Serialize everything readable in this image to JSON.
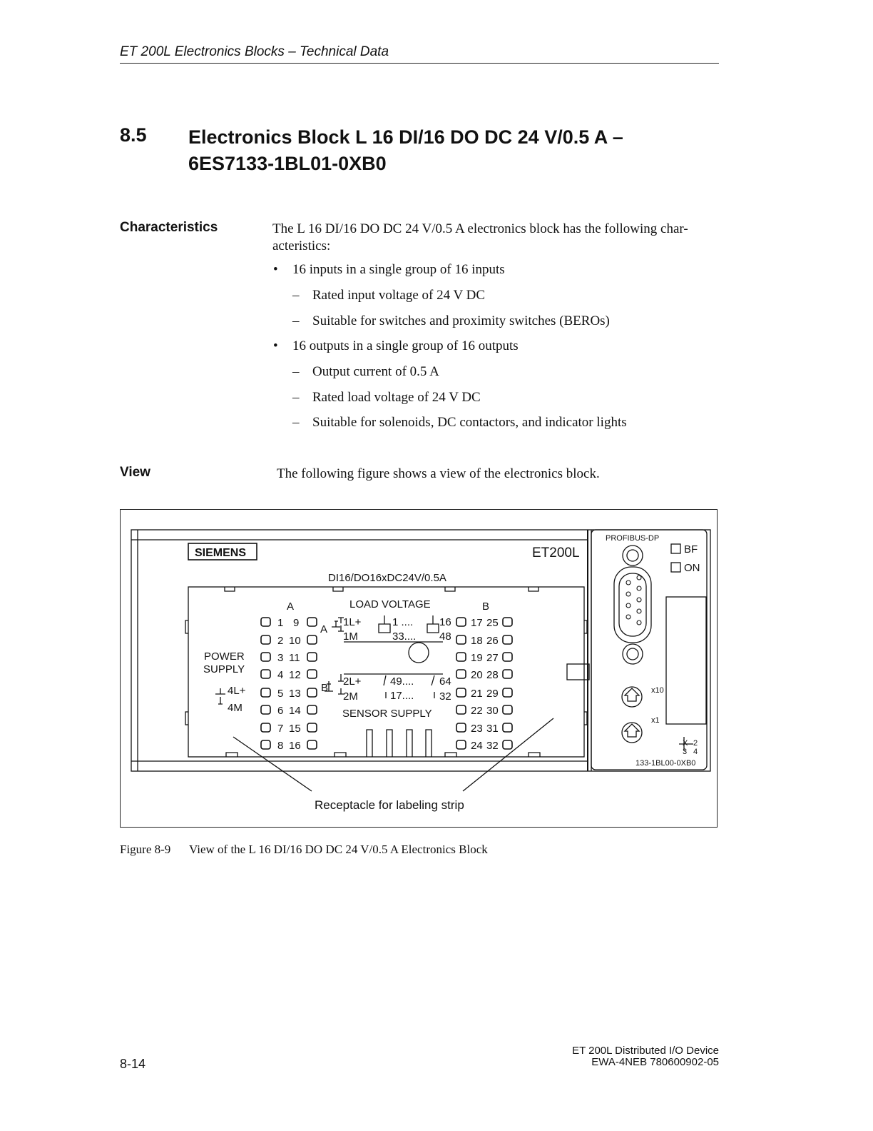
{
  "running_head": "ET 200L Electronics Blocks – Technical Data",
  "section": {
    "number": "8.5",
    "title_line1": "Electronics Block L 16 DI/16 DO DC 24 V/0.5 A –",
    "title_line2": "6ES7133-1BL01-0XB0"
  },
  "characteristics": {
    "label": "Characteristics",
    "intro": "The L 16 DI/16 DO DC 24 V/0.5 A electronics block has the following char-acteristics:",
    "intro_line1": "The L 16 DI/16 DO DC 24 V/0.5 A electronics block has the following char-",
    "intro_line2": "acteristics:",
    "bullet_mark": "•",
    "dash_mark": "–",
    "items": [
      {
        "level": 1,
        "text": "16 inputs in a single group of 16 inputs"
      },
      {
        "level": 2,
        "text": "Rated input voltage of 24 V DC"
      },
      {
        "level": 2,
        "text": "Suitable for switches and proximity switches (BEROs)"
      },
      {
        "level": 1,
        "text": "16 outputs in a single group of 16 outputs"
      },
      {
        "level": 2,
        "text": "Output current of 0.5 A"
      },
      {
        "level": 2,
        "text": "Rated load voltage of 24 V DC"
      },
      {
        "level": 2,
        "text": "Suitable for solenoids, DC contactors, and indicator lights"
      }
    ]
  },
  "view": {
    "label": "View",
    "text": "The following figure shows a view of the electronics block."
  },
  "figure": {
    "brand": "SIEMENS",
    "model": "ET200L",
    "block_type": "DI16/DO16xDC24V/0.5A",
    "group_a": "A",
    "group_b": "B",
    "load_voltage": "LOAD VOLTAGE",
    "power_supply_1": "POWER",
    "power_supply_2": "SUPPLY",
    "sensor_supply": "SENSOR SUPPLY",
    "supply_4l": "4L+",
    "supply_4m": "4M",
    "supply_1l": "1L+",
    "supply_1m": "1M",
    "supply_2l": "2L+",
    "supply_2m": "2M",
    "range_1": "1 ....",
    "range_33": "33....",
    "range_16": "16",
    "range_48": "48",
    "range_49": "49....",
    "range_17": "17....",
    "range_64": "64",
    "range_32": "32",
    "label_a_side": "A",
    "label_b_side": "B",
    "channels_left": [
      {
        "a": "1",
        "b": "9"
      },
      {
        "a": "2",
        "b": "10"
      },
      {
        "a": "3",
        "b": "11"
      },
      {
        "a": "4",
        "b": "12"
      },
      {
        "a": "5",
        "b": "13"
      },
      {
        "a": "6",
        "b": "14"
      },
      {
        "a": "7",
        "b": "15"
      },
      {
        "a": "8",
        "b": "16"
      }
    ],
    "channels_right": [
      {
        "a": "17",
        "b": "25"
      },
      {
        "a": "18",
        "b": "26"
      },
      {
        "a": "19",
        "b": "27"
      },
      {
        "a": "20",
        "b": "28"
      },
      {
        "a": "21",
        "b": "29"
      },
      {
        "a": "22",
        "b": "30"
      },
      {
        "a": "23",
        "b": "31"
      },
      {
        "a": "24",
        "b": "32"
      }
    ],
    "profibus": "PROFIBUS-DP",
    "led_bf": "BF",
    "led_on": "ON",
    "x10": "x10",
    "x1": "x1",
    "x_label": "X",
    "x2": "2",
    "x3": "3",
    "x4": "4",
    "order_no": "133-1BL00-0XB0",
    "callout": "Receptacle for labeling strip"
  },
  "caption": {
    "number": "Figure 8-9",
    "text": "View of the L 16 DI/16 DO DC 24 V/0.5 A Electronics Block"
  },
  "footer": {
    "page_number": "8-14",
    "doc_title": "ET 200L Distributed I/O Device",
    "doc_number": "EWA-4NEB 780600902-05"
  }
}
